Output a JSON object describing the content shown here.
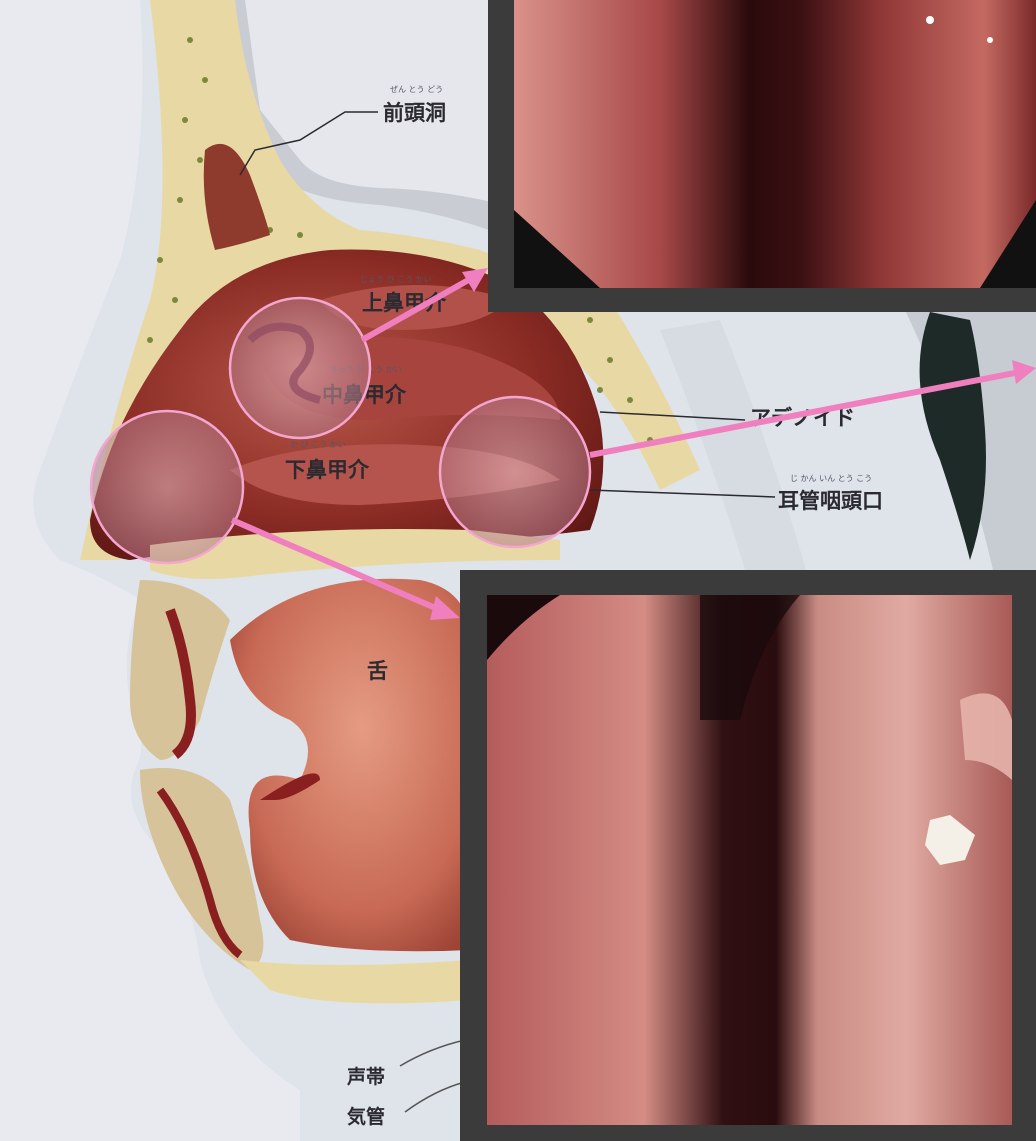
{
  "labels": {
    "frontal_sinus": "前頭洞",
    "superior_turbinate": "上鼻甲介",
    "middle_turbinate": "中鼻甲介",
    "inferior_turbinate": "下鼻甲介",
    "adenoid": "アデノイド",
    "eustachian_opening": "耳管咽頭口",
    "tongue": "舌",
    "vocal_cords": "声帯",
    "trachea": "気管"
  },
  "colors": {
    "highlight_circle": "#f3a6cf",
    "arrow": "#ef7fbf",
    "frame": "#3b3b3b",
    "background": "#000000"
  }
}
